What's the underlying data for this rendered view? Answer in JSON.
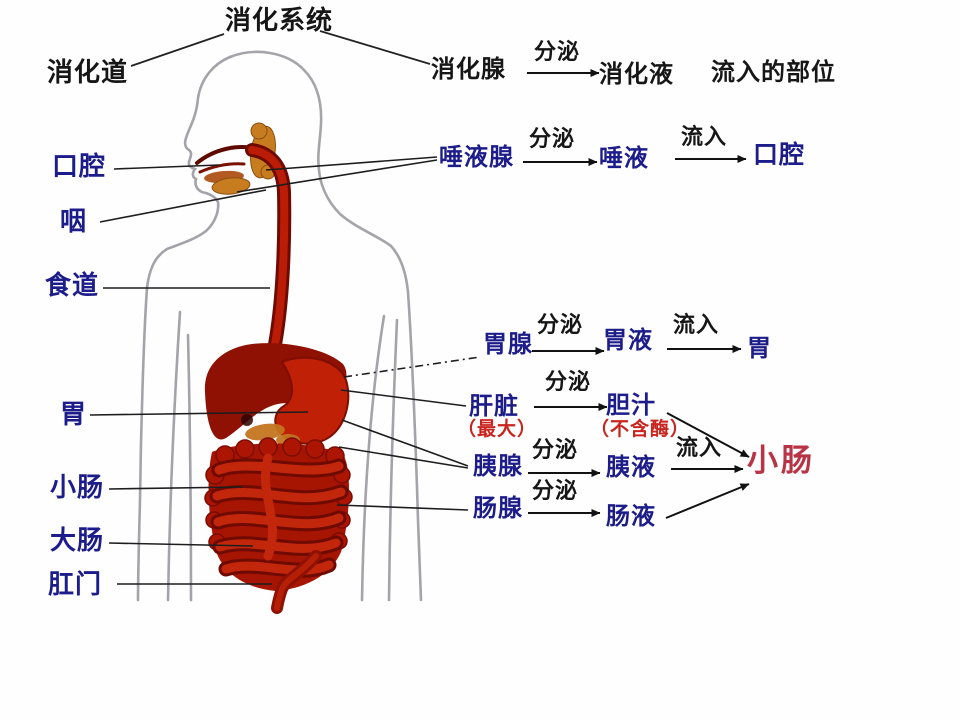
{
  "title": "消化系统",
  "branches": {
    "tract": "消化道",
    "gland": "消化腺"
  },
  "header_row": {
    "secrete": "分泌",
    "juice": "消化液",
    "dest": "流入的部位"
  },
  "tract": {
    "mouth": "口腔",
    "pharynx": "咽",
    "esophagus": "食道",
    "stomach": "胃",
    "small_intestine": "小肠",
    "large_intestine": "大肠",
    "anus": "肛门"
  },
  "glands": {
    "salivary": {
      "name": "唾液腺",
      "secrete": "分泌",
      "juice": "唾液",
      "flow": "流入",
      "dest": "口腔"
    },
    "gastric": {
      "name": "胃腺",
      "secrete": "分泌",
      "juice": "胃液",
      "flow": "流入",
      "dest": "胃"
    },
    "liver": {
      "name": "肝脏",
      "note": "（最大）",
      "secrete": "分泌",
      "juice": "胆汁",
      "juice_note": "（不含酶）"
    },
    "pancreas": {
      "name": "胰腺",
      "secrete": "分泌",
      "juice": "胰液",
      "flow": "流入"
    },
    "intestinal": {
      "name": "肠腺",
      "secrete": "分泌",
      "juice": "肠液"
    }
  },
  "shared_destination": "小肠",
  "colors": {
    "label_blue": "#1c1c8a",
    "text_black": "#161616",
    "note_red": "#c9251f",
    "shared_dest_red": "#b83345",
    "organ_red": "#a61402",
    "liver_red": "#8e1103",
    "gland_orange": "#c87c20",
    "body_outline_gray": "#9a9aa0"
  }
}
